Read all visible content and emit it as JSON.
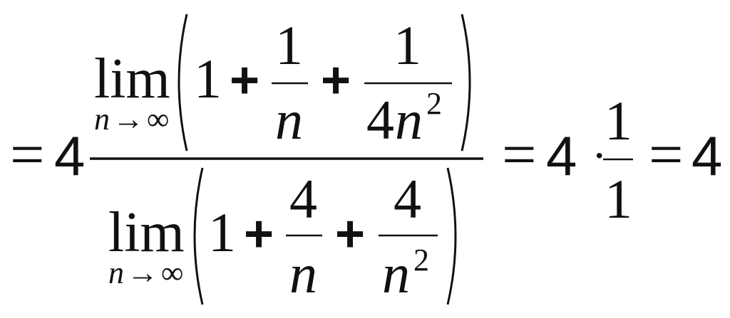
{
  "formula": {
    "eq1": "=",
    "coef_left": "4",
    "numerator": {
      "lim": "lim",
      "sub_var": "n",
      "sub_arrow": "→",
      "sub_inf": "∞",
      "one": "1",
      "plus1": "+",
      "frac1_num": "1",
      "frac1_den": "n",
      "plus2": "+",
      "frac2_num": "1",
      "frac2_den_coef": "4",
      "frac2_den_var": "n",
      "frac2_den_exp": "2"
    },
    "denominator": {
      "lim": "lim",
      "sub_var": "n",
      "sub_arrow": "→",
      "sub_inf": "∞",
      "one": "1",
      "plus1": "+",
      "frac1_num": "4",
      "frac1_den": "n",
      "plus2": "+",
      "frac2_num": "4",
      "frac2_den_var": "n",
      "frac2_den_exp": "2"
    },
    "eq2": "=",
    "coef_mid": "4",
    "dot": "·",
    "result_frac_num": "1",
    "result_frac_den": "1",
    "eq3": "=",
    "final": "4"
  }
}
